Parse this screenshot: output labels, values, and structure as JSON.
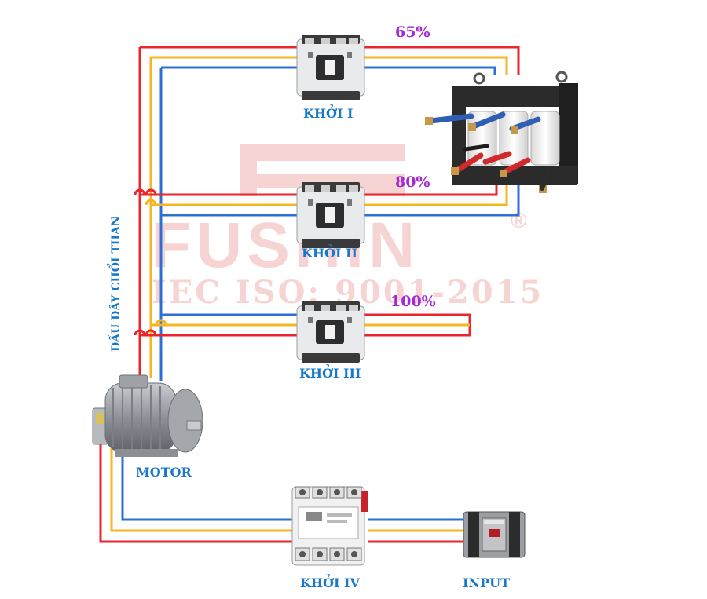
{
  "watermark": {
    "brand": "FUSHIN",
    "registered": "®",
    "certification": "IEC ISO: 9001-2015",
    "logo_icon": "fushin-logo-icon"
  },
  "contactors": {
    "k1": {
      "label": "KHỞI I",
      "tap_percent": "65%"
    },
    "k2": {
      "label": "KHỞI II",
      "tap_percent": "80%"
    },
    "k3": {
      "label": "KHỞI III",
      "tap_percent": "100%"
    },
    "k4": {
      "label": "KHỞI IV"
    }
  },
  "motor": {
    "label": "MOTOR",
    "icon": "motor-icon"
  },
  "input": {
    "label": "INPUT",
    "icon": "circuit-breaker-icon"
  },
  "autotransformer": {
    "icon": "autotransformer-icon"
  },
  "side_label": "ĐẦU DÂY CHỔI THAN",
  "colors": {
    "wire_red": "#e8262b",
    "wire_yellow": "#f4b621",
    "wire_blue": "#2c6fd6",
    "label_blue": "#1a78c8",
    "percent_purple": "#a22ad0",
    "watermark_red": "#f6c6c6"
  }
}
